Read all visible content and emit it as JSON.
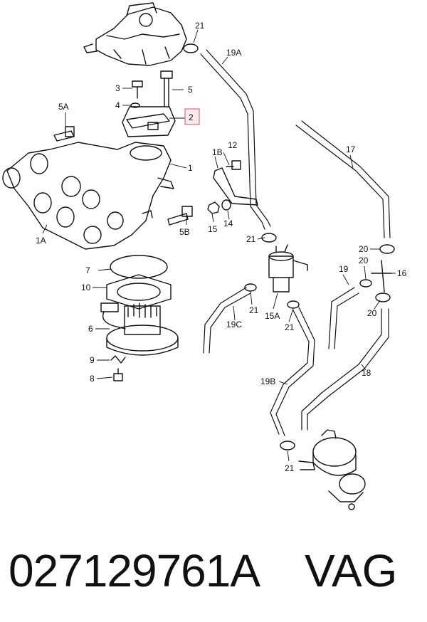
{
  "callouts": {
    "c21a": "21",
    "c19A": "19A",
    "c3": "3",
    "c5": "5",
    "c4": "4",
    "c2": "2",
    "c5A": "5A",
    "c1": "1",
    "c12": "12",
    "c1B": "1B",
    "c17": "17",
    "c1A": "1A",
    "c5B": "5B",
    "c15": "15",
    "c14": "14",
    "c21b": "21",
    "c20a": "20",
    "c7": "7",
    "c20b": "20",
    "c16": "16",
    "c19": "19",
    "c10": "10",
    "c21c": "21",
    "c15A": "15A",
    "c21d": "21",
    "c20c": "20",
    "c19C": "19C",
    "c6": "6",
    "c9": "9",
    "c8": "8",
    "c18": "18",
    "c19B": "19B",
    "c21e": "21"
  },
  "highlight_color": "#e07080",
  "footer": {
    "part_number": "027129761A",
    "brand": "VAG"
  }
}
